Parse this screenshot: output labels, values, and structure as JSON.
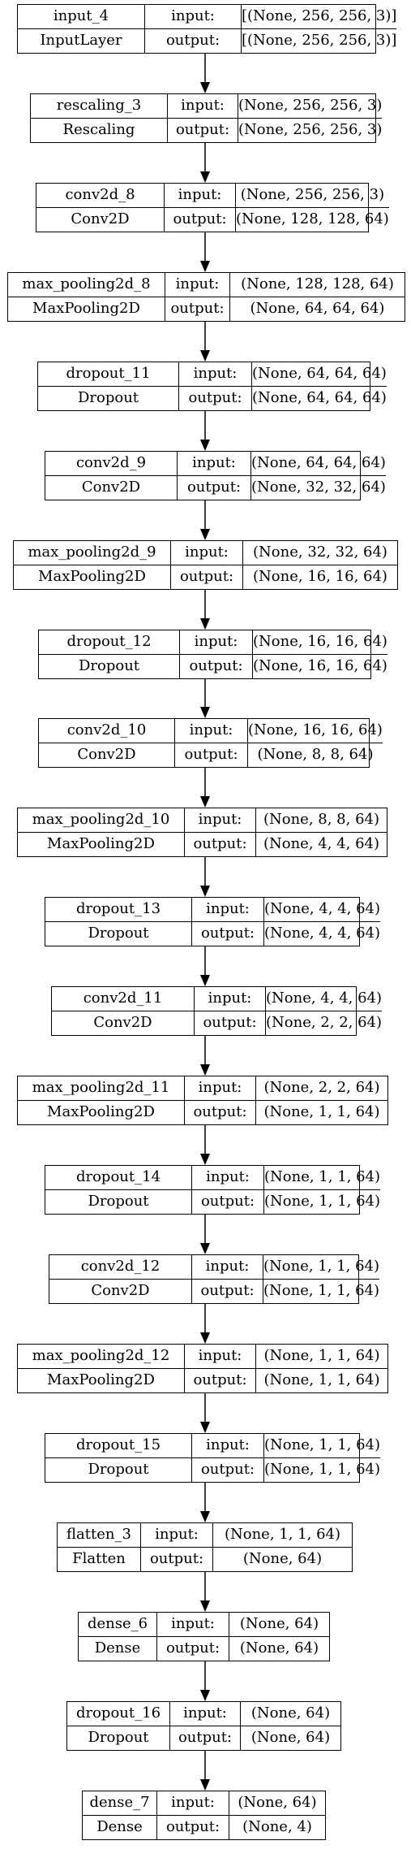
{
  "labels": {
    "input": "input:",
    "output": "output:"
  },
  "layers": [
    {
      "name": "input_4",
      "type": "InputLayer",
      "in": "[(None, 256, 256, 3)]",
      "out": "[(None, 256, 256, 3)]"
    },
    {
      "name": "rescaling_3",
      "type": "Rescaling",
      "in": "(None, 256, 256, 3)",
      "out": "(None, 256, 256, 3)"
    },
    {
      "name": "conv2d_8",
      "type": "Conv2D",
      "in": "(None, 256, 256, 3)",
      "out": "(None, 128, 128, 64)"
    },
    {
      "name": "max_pooling2d_8",
      "type": "MaxPooling2D",
      "in": "(None, 128, 128, 64)",
      "out": "(None, 64, 64, 64)"
    },
    {
      "name": "dropout_11",
      "type": "Dropout",
      "in": "(None, 64, 64, 64)",
      "out": "(None, 64, 64, 64)"
    },
    {
      "name": "conv2d_9",
      "type": "Conv2D",
      "in": "(None, 64, 64, 64)",
      "out": "(None, 32, 32, 64)"
    },
    {
      "name": "max_pooling2d_9",
      "type": "MaxPooling2D",
      "in": "(None, 32, 32, 64)",
      "out": "(None, 16, 16, 64)"
    },
    {
      "name": "dropout_12",
      "type": "Dropout",
      "in": "(None, 16, 16, 64)",
      "out": "(None, 16, 16, 64)"
    },
    {
      "name": "conv2d_10",
      "type": "Conv2D",
      "in": "(None, 16, 16, 64)",
      "out": "(None, 8, 8, 64)"
    },
    {
      "name": "max_pooling2d_10",
      "type": "MaxPooling2D",
      "in": "(None, 8, 8, 64)",
      "out": "(None, 4, 4, 64)"
    },
    {
      "name": "dropout_13",
      "type": "Dropout",
      "in": "(None, 4, 4, 64)",
      "out": "(None, 4, 4, 64)"
    },
    {
      "name": "conv2d_11",
      "type": "Conv2D",
      "in": "(None, 4, 4, 64)",
      "out": "(None, 2, 2, 64)"
    },
    {
      "name": "max_pooling2d_11",
      "type": "MaxPooling2D",
      "in": "(None, 2, 2, 64)",
      "out": "(None, 1, 1, 64)"
    },
    {
      "name": "dropout_14",
      "type": "Dropout",
      "in": "(None, 1, 1, 64)",
      "out": "(None, 1, 1, 64)"
    },
    {
      "name": "conv2d_12",
      "type": "Conv2D",
      "in": "(None, 1, 1, 64)",
      "out": "(None, 1, 1, 64)"
    },
    {
      "name": "max_pooling2d_12",
      "type": "MaxPooling2D",
      "in": "(None, 1, 1, 64)",
      "out": "(None, 1, 1, 64)"
    },
    {
      "name": "dropout_15",
      "type": "Dropout",
      "in": "(None, 1, 1, 64)",
      "out": "(None, 1, 1, 64)"
    },
    {
      "name": "flatten_3",
      "type": "Flatten",
      "in": "(None, 1, 1, 64)",
      "out": "(None, 64)"
    },
    {
      "name": "dense_6",
      "type": "Dense",
      "in": "(None, 64)",
      "out": "(None, 64)"
    },
    {
      "name": "dropout_16",
      "type": "Dropout",
      "in": "(None, 64)",
      "out": "(None, 64)"
    },
    {
      "name": "dense_7",
      "type": "Dense",
      "in": "(None, 64)",
      "out": "(None, 4)"
    }
  ]
}
